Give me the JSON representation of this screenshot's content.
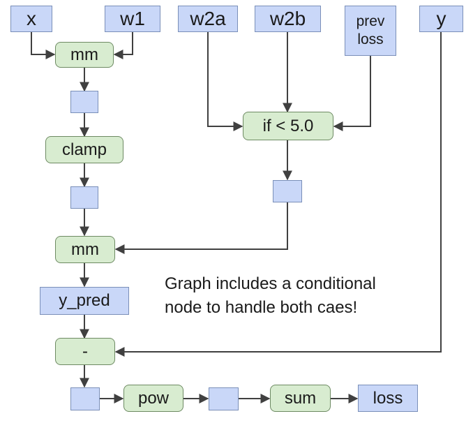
{
  "inputs": {
    "x": "x",
    "w1": "w1",
    "w2a": "w2a",
    "w2b": "w2b",
    "prev_loss": "prev\nloss",
    "y": "y"
  },
  "ops": {
    "mm1": "mm",
    "clamp": "clamp",
    "cond": "if < 5.0",
    "mm2": "mm",
    "sub": "-",
    "pow": "pow",
    "sum": "sum"
  },
  "outputs": {
    "y_pred": "y_pred",
    "loss": "loss"
  },
  "caption": {
    "line1": "Graph includes a conditional",
    "line2": "node to handle both caes!"
  },
  "colors": {
    "variable_fill": "#c9d7f8",
    "variable_border": "#7a8fb8",
    "op_fill": "#d8ecd0",
    "op_border": "#6d8a62",
    "edge": "#404040"
  }
}
